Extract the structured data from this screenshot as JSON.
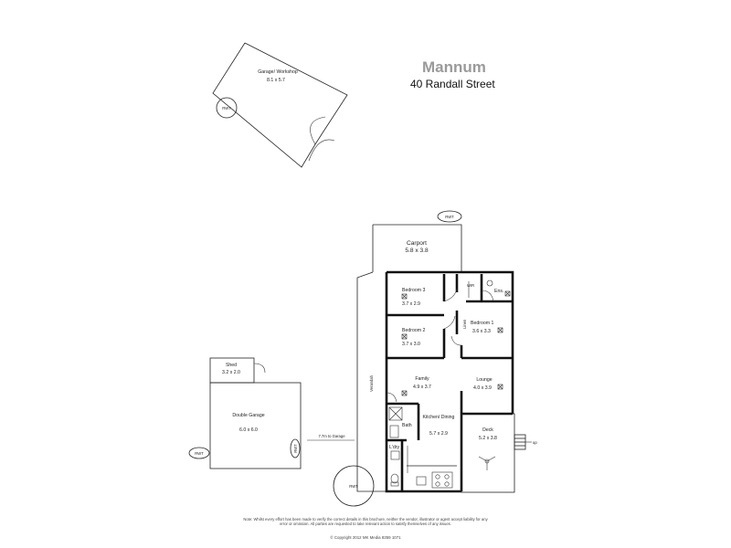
{
  "header": {
    "suburb": "Mannum",
    "address": "40 Randall Street"
  },
  "rooms": {
    "workshop": {
      "name": "Garage/ Workshop",
      "size": "8.1 x 5.7"
    },
    "carport": {
      "name": "Carport",
      "size": "5.8 x 3.8"
    },
    "bedroom3": {
      "name": "Bedroom 3",
      "size": "3.7 x 2.9"
    },
    "bedroom2": {
      "name": "Bedroom 2",
      "size": "3.7 x 3.0"
    },
    "bedroom1": {
      "name": "Bedroom 1",
      "size": "3.6 x 3.3"
    },
    "ens": {
      "name": "Ens."
    },
    "wir": {
      "name": "WIR"
    },
    "linen": {
      "name": "Linen"
    },
    "family": {
      "name": "Family",
      "size": "4.9 x 3.7"
    },
    "lounge": {
      "name": "Lounge",
      "size": "4.0 x 3.9"
    },
    "kitchen": {
      "name": "Kitchen/ Dining",
      "size": "5.7 x 2.9"
    },
    "bath": {
      "name": "Bath"
    },
    "ldry": {
      "name": "L'dry"
    },
    "deck": {
      "name": "Deck",
      "size": "5.2 x 3.8"
    },
    "verandah": {
      "name": "Verandah"
    },
    "shed": {
      "name": "Shed",
      "size": "3.2 x 2.0"
    },
    "double_garage": {
      "name": "Double Garage",
      "size": "6.0 x 6.0"
    }
  },
  "annotations": {
    "rwt": "RWT",
    "distance": "7.7m to Garage",
    "up": "up"
  },
  "footer": {
    "note": "Note: Whilst every effort has been made to verify the correct details in this brochure, neither the vendor, illustrator or agent accept liability for any error or omission. All parties are requested to take relevant action to satisfy themselves of any issues.",
    "copyright": "© Copyright 2012 MK Media 8359 1071"
  }
}
